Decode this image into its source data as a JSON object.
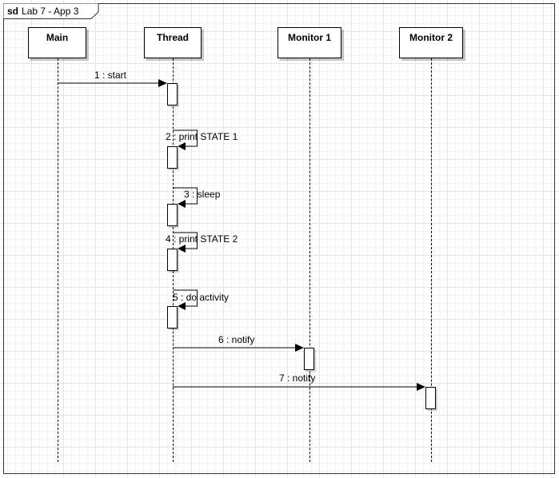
{
  "frame": {
    "keyword": "sd",
    "name": "Lab 7 - App 3"
  },
  "lifelines": [
    "Main",
    "Thread",
    "Monitor 1",
    "Monitor 2"
  ],
  "messages": [
    "1 : start",
    "2 : print STATE 1",
    "3 : sleep",
    "4 : print STATE 2",
    "5 : do activity",
    "6 : notify",
    "7 : notify"
  ]
}
